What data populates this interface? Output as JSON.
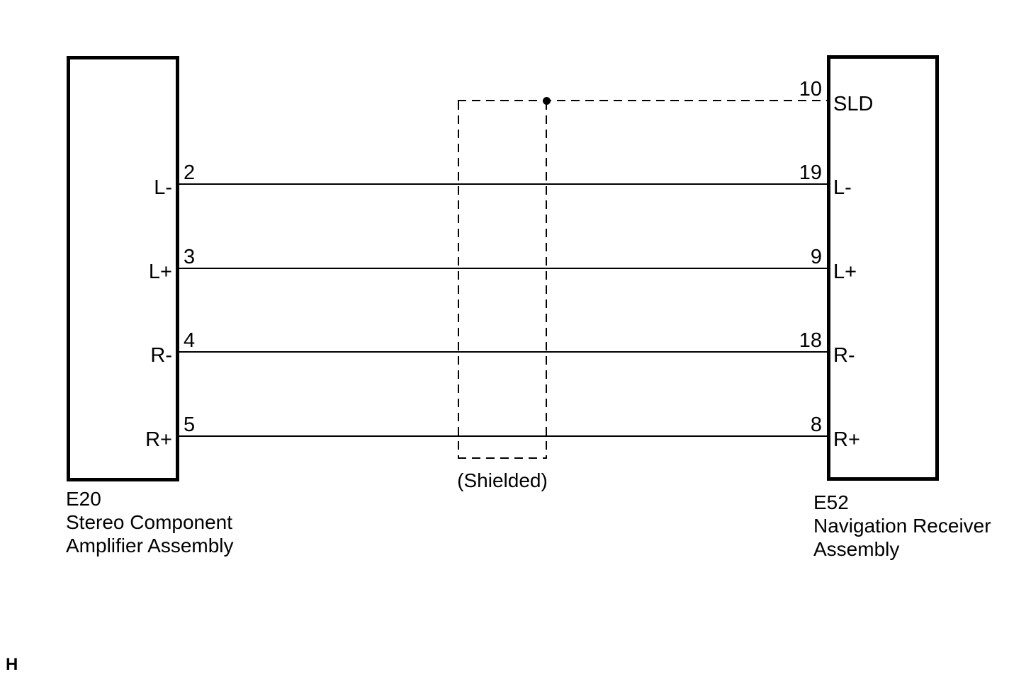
{
  "diagram": {
    "left_connector": {
      "code": "E20",
      "name_line1": "Stereo Component",
      "name_line2": "Amplifier Assembly",
      "pins": [
        {
          "number": "2",
          "label": "L-"
        },
        {
          "number": "3",
          "label": "L+"
        },
        {
          "number": "4",
          "label": "R-"
        },
        {
          "number": "5",
          "label": "R+"
        }
      ]
    },
    "right_connector": {
      "code": "E52",
      "name_line1": "Navigation Receiver",
      "name_line2": "Assembly",
      "shield_pin": {
        "number": "10",
        "label": "SLD"
      },
      "pins": [
        {
          "number": "19",
          "label": "L-"
        },
        {
          "number": "9",
          "label": "L+"
        },
        {
          "number": "18",
          "label": "R-"
        },
        {
          "number": "8",
          "label": "R+"
        }
      ]
    },
    "shield_label": "(Shielded)",
    "page_marker": "H",
    "colors": {
      "line": "#000000",
      "background": "#ffffff"
    }
  }
}
